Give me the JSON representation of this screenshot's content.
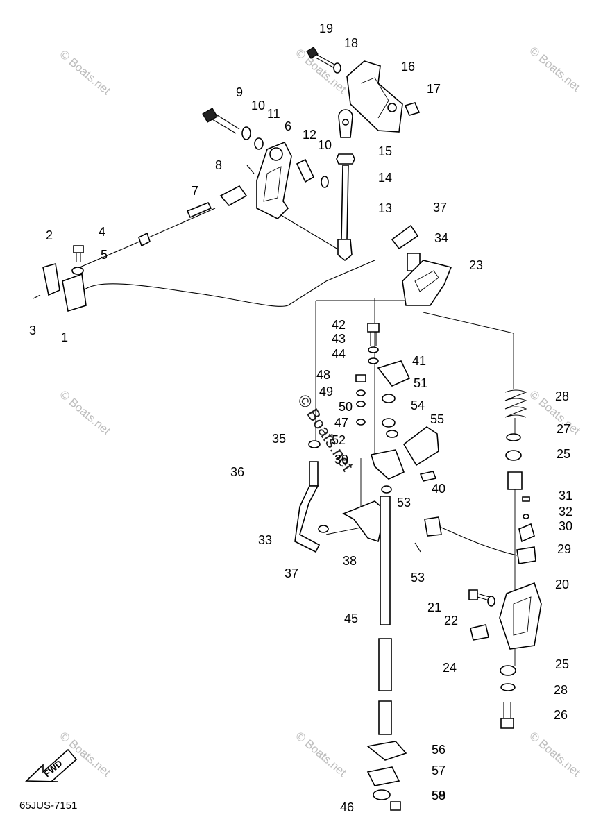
{
  "diagram_code": "65JUS-7151",
  "fwd_label": "FWD",
  "watermark": "© Boats.net",
  "labels": [
    {
      "id": "1",
      "text": "1"
    },
    {
      "id": "2",
      "text": "2"
    },
    {
      "id": "3",
      "text": "3"
    },
    {
      "id": "4",
      "text": "4"
    },
    {
      "id": "5",
      "text": "5"
    },
    {
      "id": "6",
      "text": "6"
    },
    {
      "id": "7",
      "text": "7"
    },
    {
      "id": "8",
      "text": "8"
    },
    {
      "id": "9",
      "text": "9"
    },
    {
      "id": "10a",
      "text": "10"
    },
    {
      "id": "10b",
      "text": "10"
    },
    {
      "id": "11",
      "text": "11"
    },
    {
      "id": "12",
      "text": "12"
    },
    {
      "id": "13",
      "text": "13"
    },
    {
      "id": "14",
      "text": "14"
    },
    {
      "id": "15",
      "text": "15"
    },
    {
      "id": "16",
      "text": "16"
    },
    {
      "id": "17",
      "text": "17"
    },
    {
      "id": "18",
      "text": "18"
    },
    {
      "id": "19",
      "text": "19"
    },
    {
      "id": "20",
      "text": "20"
    },
    {
      "id": "21",
      "text": "21"
    },
    {
      "id": "22",
      "text": "22"
    },
    {
      "id": "23",
      "text": "23"
    },
    {
      "id": "24",
      "text": "24"
    },
    {
      "id": "25a",
      "text": "25"
    },
    {
      "id": "25b",
      "text": "25"
    },
    {
      "id": "26",
      "text": "26"
    },
    {
      "id": "27",
      "text": "27"
    },
    {
      "id": "28a",
      "text": "28"
    },
    {
      "id": "28b",
      "text": "28"
    },
    {
      "id": "29",
      "text": "29"
    },
    {
      "id": "30",
      "text": "30"
    },
    {
      "id": "31",
      "text": "31"
    },
    {
      "id": "32",
      "text": "32"
    },
    {
      "id": "33",
      "text": "33"
    },
    {
      "id": "34",
      "text": "34"
    },
    {
      "id": "35",
      "text": "35"
    },
    {
      "id": "36",
      "text": "36"
    },
    {
      "id": "37a",
      "text": "37"
    },
    {
      "id": "37b",
      "text": "37"
    },
    {
      "id": "38",
      "text": "38"
    },
    {
      "id": "39",
      "text": "39"
    },
    {
      "id": "40",
      "text": "40"
    },
    {
      "id": "41",
      "text": "41"
    },
    {
      "id": "42",
      "text": "42"
    },
    {
      "id": "43",
      "text": "43"
    },
    {
      "id": "44",
      "text": "44"
    },
    {
      "id": "45",
      "text": "45"
    },
    {
      "id": "46",
      "text": "46"
    },
    {
      "id": "47",
      "text": "47"
    },
    {
      "id": "48",
      "text": "48"
    },
    {
      "id": "49",
      "text": "49"
    },
    {
      "id": "50",
      "text": "50"
    },
    {
      "id": "51",
      "text": "51"
    },
    {
      "id": "52",
      "text": "52"
    },
    {
      "id": "53a",
      "text": "53"
    },
    {
      "id": "53b",
      "text": "53"
    },
    {
      "id": "54",
      "text": "54"
    },
    {
      "id": "55",
      "text": "55"
    },
    {
      "id": "56",
      "text": "56"
    },
    {
      "id": "57",
      "text": "57"
    },
    {
      "id": "58",
      "text": "58"
    },
    {
      "id": "59",
      "text": "59"
    }
  ]
}
